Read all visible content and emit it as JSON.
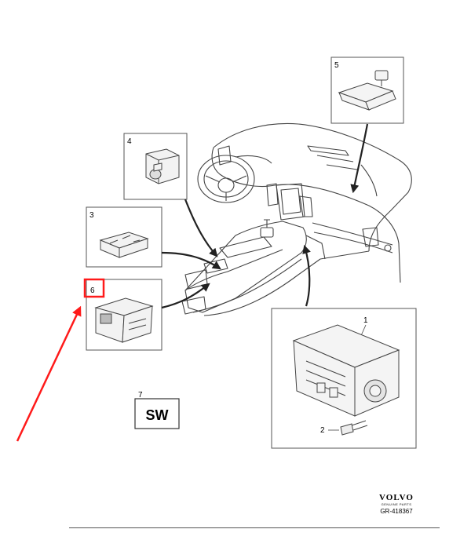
{
  "callouts": {
    "c1": "1",
    "c2": "2",
    "c3": "3",
    "c4": "4",
    "c5": "5",
    "c6": "6",
    "c7": "7",
    "sw": "SW"
  },
  "brand": {
    "logo": "VOLVO",
    "sub": "GENUINE PARTS",
    "code": "GR-418367"
  },
  "colors": {
    "line": "#333333",
    "highlight": "#ff1a1a",
    "box_border": "#555555"
  }
}
